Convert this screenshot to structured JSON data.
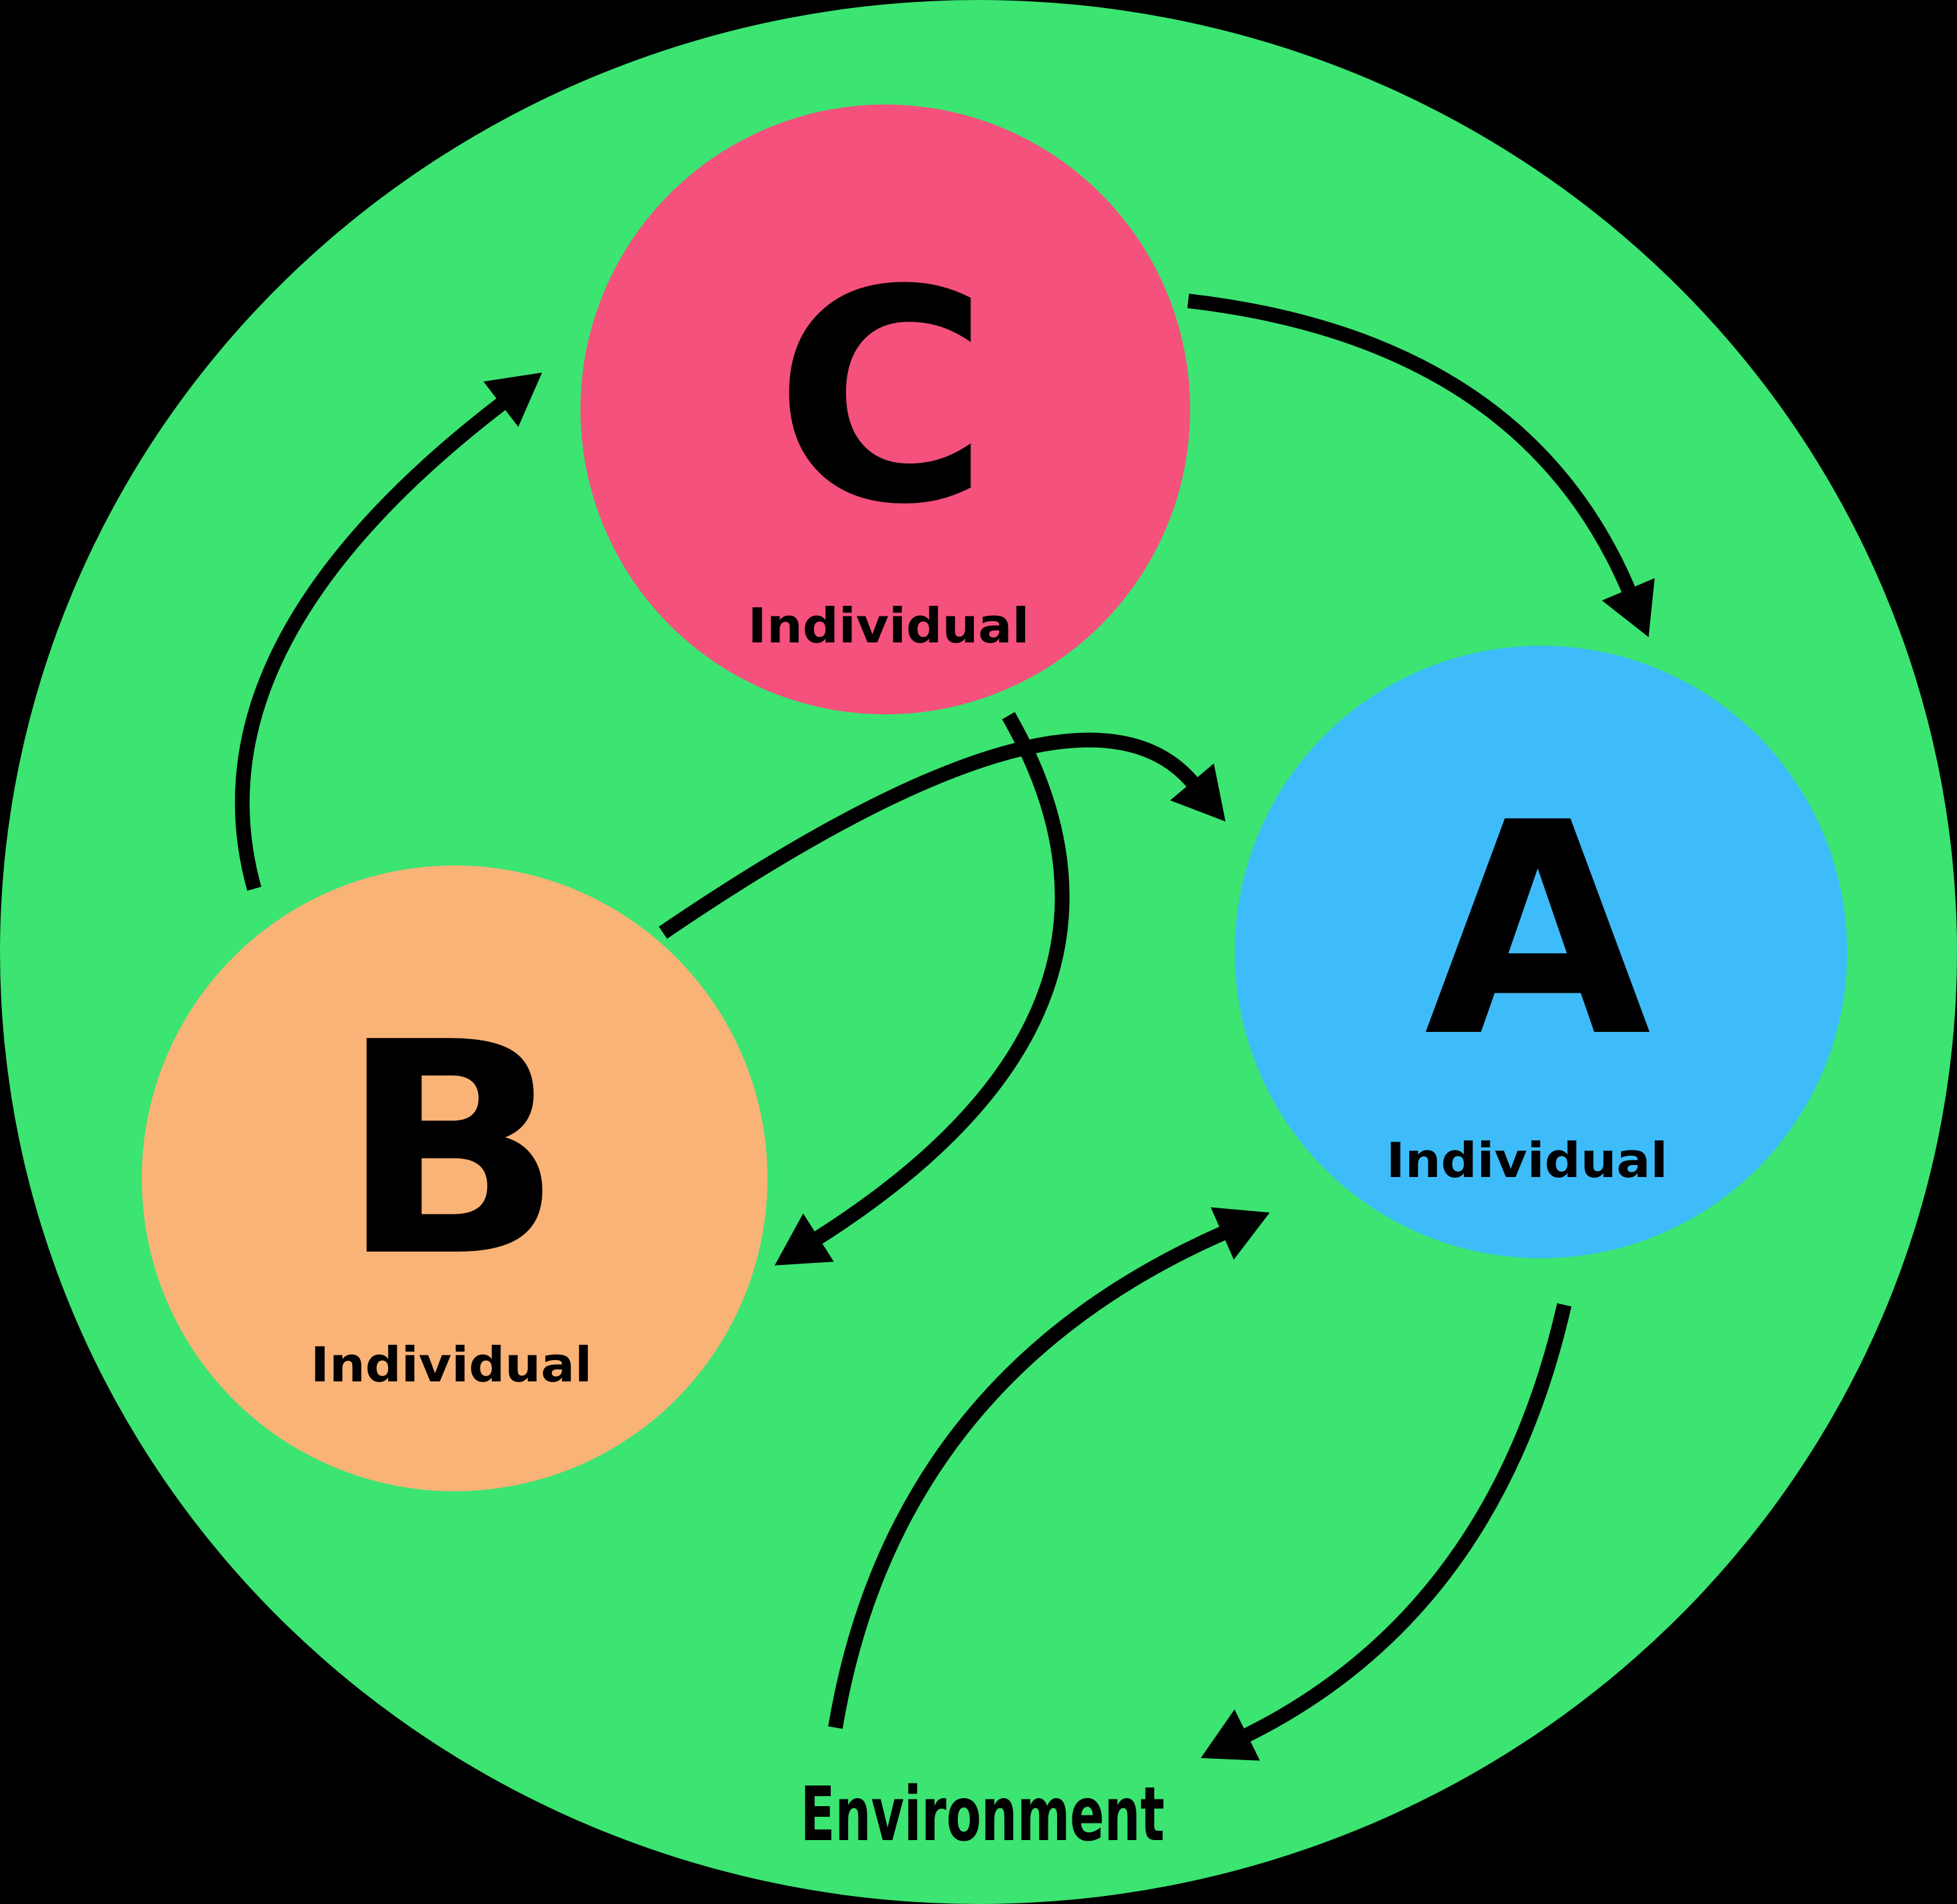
{
  "diagram": {
    "type": "ecological-systems-diagram",
    "environment": {
      "label": "Environment",
      "color": "#3CE472",
      "background": "#000000"
    },
    "nodes": {
      "a": {
        "letter": "A",
        "sublabel": "Individual",
        "color": "#3EBCFA"
      },
      "b": {
        "letter": "B",
        "sublabel": "Individual",
        "color": "#F9B377"
      },
      "c": {
        "letter": "C",
        "sublabel": "Individual",
        "color": "#F4517D"
      }
    },
    "arrows": [
      {
        "name": "arrow-b-to-c",
        "from": "B",
        "to": "C"
      },
      {
        "name": "arrow-c-to-a",
        "from": "C",
        "to": "A"
      },
      {
        "name": "arrow-b-to-a",
        "from": "B",
        "to": "A"
      },
      {
        "name": "arrow-c-to-b",
        "from": "C",
        "to": "B"
      },
      {
        "name": "arrow-environment-to-a",
        "from": "Environment",
        "to": "A"
      },
      {
        "name": "arrow-a-to-environment",
        "from": "A",
        "to": "Environment"
      }
    ],
    "arrow_color": "#000000"
  }
}
